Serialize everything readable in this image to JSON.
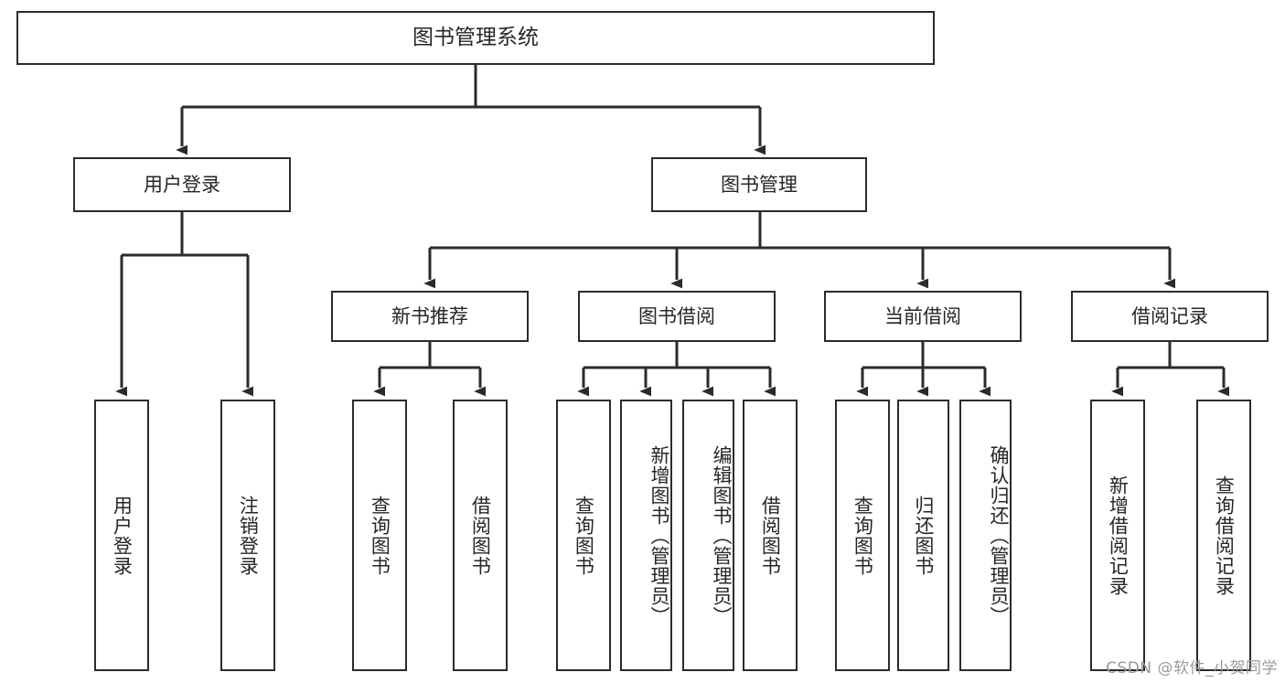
{
  "diagram": {
    "type": "tree",
    "title": "图书管理系统",
    "watermark": "CSDN @软件_小贺同学",
    "colors": {
      "box_border": "#2b2b2b",
      "box_fill": "#ffffff",
      "text": "#262626",
      "connector": "#2b2b2b",
      "background": "#ffffff",
      "watermark": "#9a9a9a"
    },
    "nodes": {
      "root": {
        "label": "图书管理系统"
      },
      "level1": [
        {
          "label": "用户登录"
        },
        {
          "label": "图书管理"
        }
      ],
      "level2": [
        {
          "label": "新书推荐"
        },
        {
          "label": "图书借阅"
        },
        {
          "label": "当前借阅"
        },
        {
          "label": "借阅记录"
        }
      ],
      "leaves": [
        {
          "label": "用户登录"
        },
        {
          "label": "注销登录"
        },
        {
          "label": "查询图书"
        },
        {
          "label": "借阅图书"
        },
        {
          "label": "查询图书"
        },
        {
          "label": "新增图书（管理员）"
        },
        {
          "label": "编辑图书（管理员）"
        },
        {
          "label": "借阅图书"
        },
        {
          "label": "查询图书"
        },
        {
          "label": "归还图书"
        },
        {
          "label": "确认归还（管理员）"
        },
        {
          "label": "新增借阅记录"
        },
        {
          "label": "查询借阅记录"
        }
      ]
    }
  }
}
